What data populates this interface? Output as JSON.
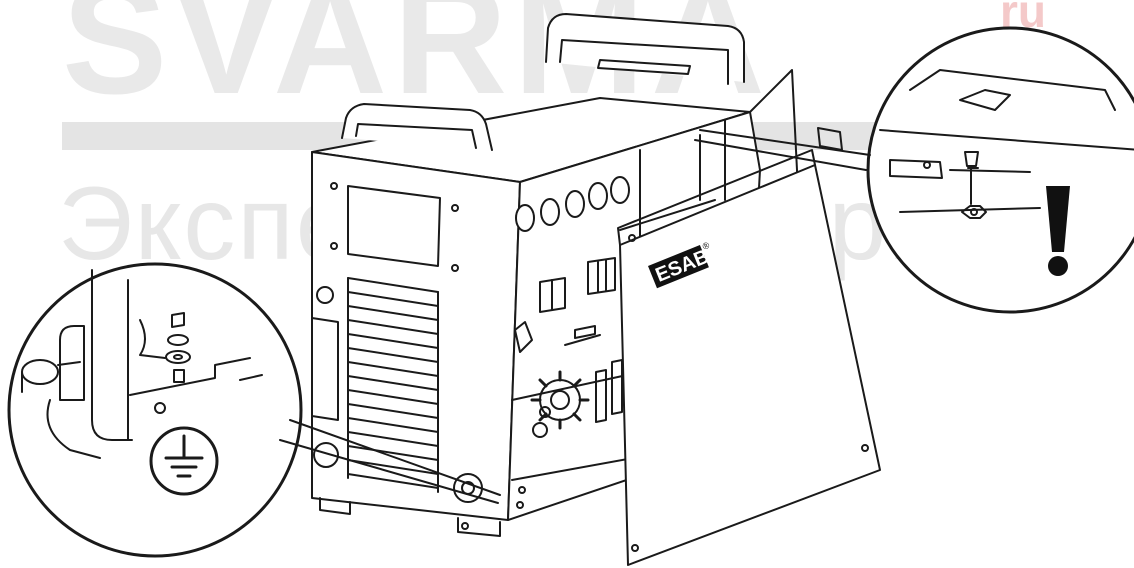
{
  "watermark": {
    "brand": "SVARMA",
    "domain_suffix": "ru",
    "tagline": "Эксперты в сварке"
  },
  "logo": {
    "text": "ESAB",
    "mark": "®"
  },
  "callouts": {
    "left_symbol": "protective-earth-symbol",
    "right_symbol": "exclamation-warning-symbol"
  },
  "colors": {
    "line": "#1a1a1a",
    "watermark_gray": "#e6e6e6",
    "watermark_red": "#f2caca"
  }
}
